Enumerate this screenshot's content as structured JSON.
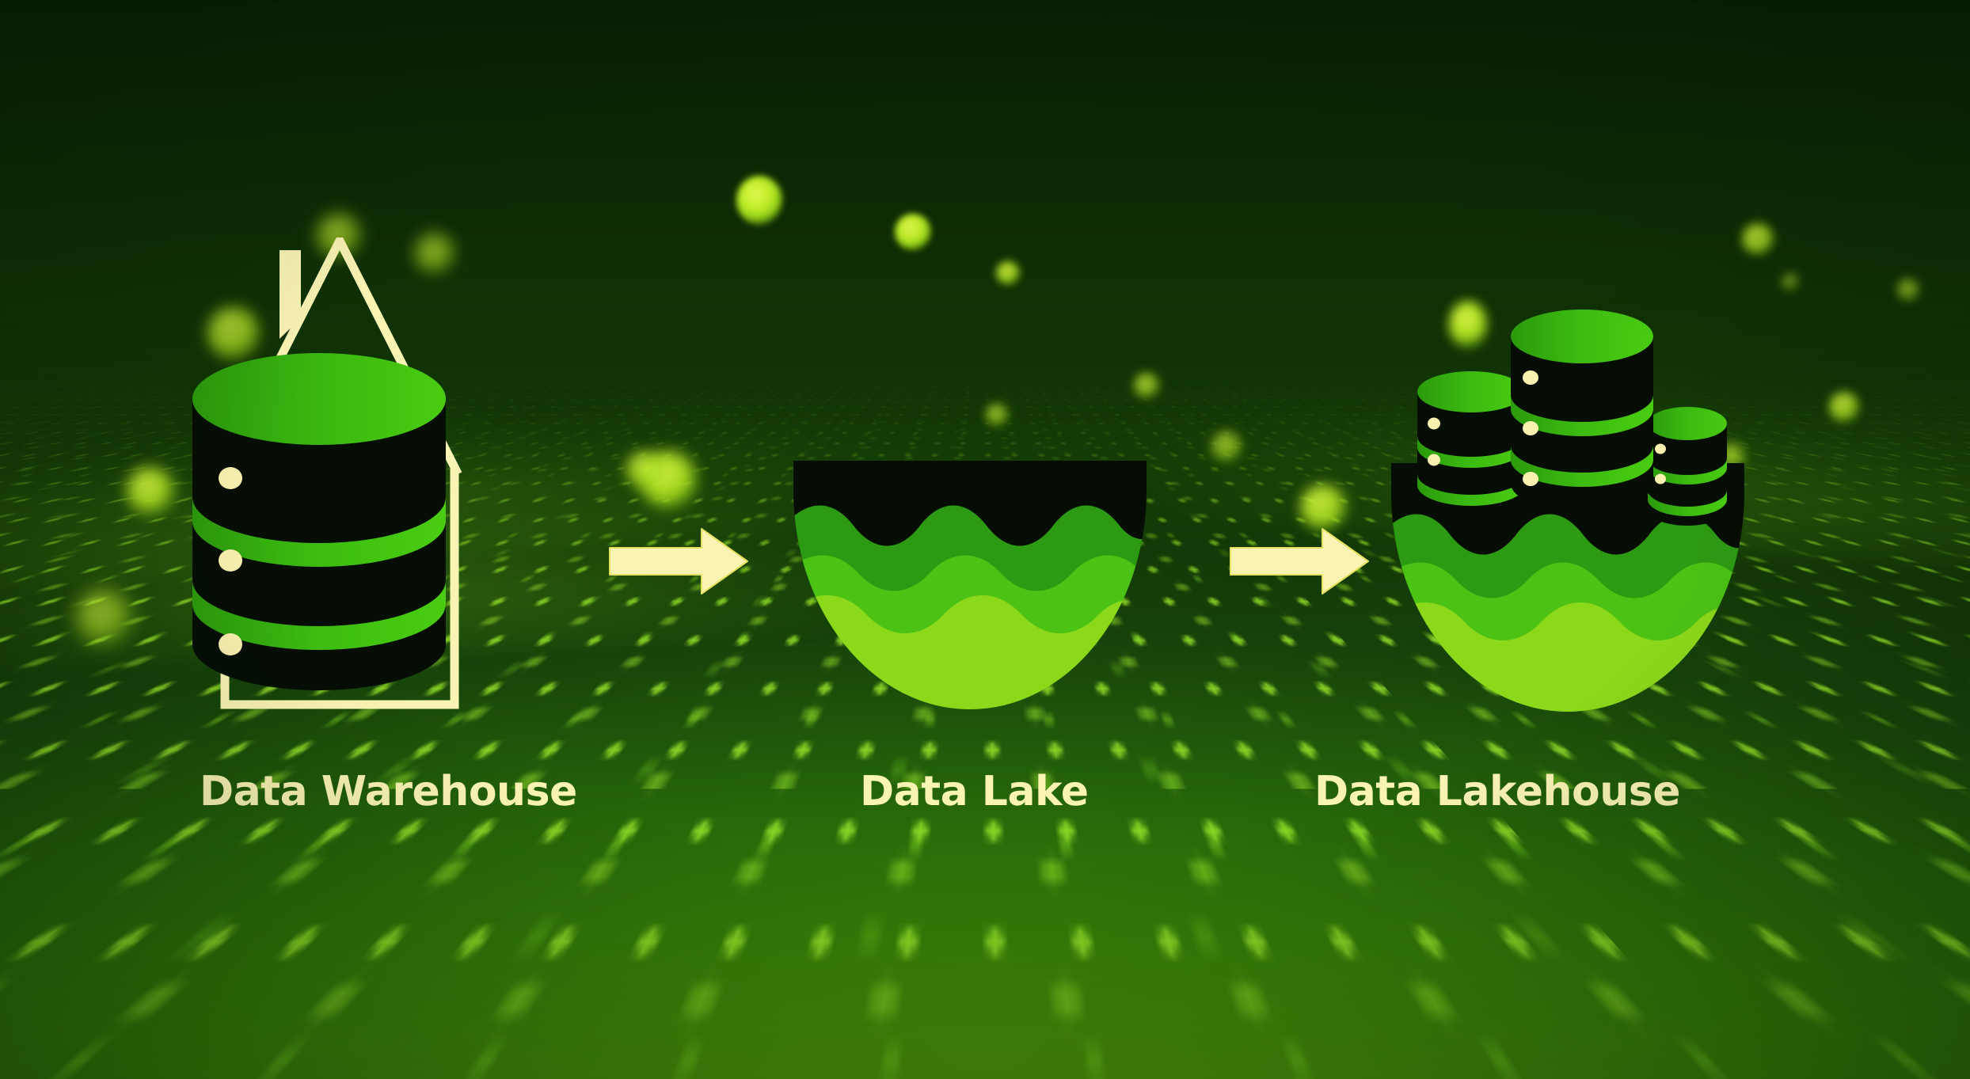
{
  "infographic": {
    "title_sequence": [
      "Data Warehouse",
      "Data Lake",
      "Data Lakehouse"
    ],
    "stages": [
      {
        "id": "data-warehouse",
        "label": "Data Warehouse",
        "icon": "house-with-database-icon",
        "description_visual": "Cream outlined house with chimney enclosing a single black database cylinder with green top and green bands",
        "database_count": 1,
        "indicator_dots": 3
      },
      {
        "id": "data-lake",
        "label": "Data Lake",
        "icon": "lake-bowl-icon",
        "description_visual": "Half-circle bowl filled with four wavy layers: black surface, dark green, medium green, light green",
        "layer_count": 4,
        "database_count": 0
      },
      {
        "id": "data-lakehouse",
        "label": "Data Lakehouse",
        "icon": "lake-bowl-with-databases-icon",
        "description_visual": "Half-circle bowl with four wavy layers, with three black database cylinders of differing heights emerging from the surface",
        "layer_count": 4,
        "database_count": 3
      }
    ],
    "connectors": [
      {
        "id": "arrow-warehouse-to-lake",
        "icon": "right-arrow-icon",
        "from": "Data Warehouse",
        "to": "Data Lake"
      },
      {
        "id": "arrow-lake-to-lakehouse",
        "icon": "right-arrow-icon",
        "from": "Data Lake",
        "to": "Data Lakehouse"
      }
    ],
    "colors": {
      "label_text": "#FAF4B4",
      "accent_cream": "#FAF4B4",
      "background_dark_green": "#0E2F04",
      "background_mid_green": "#2D7810",
      "background_light_green": "#63A80E",
      "cylinder_body_black": "#050D05",
      "cylinder_top_green": "#2FA80E",
      "cylinder_band_green": "#3DBE10",
      "lake_layer_black": "#050D05",
      "lake_layer_dark_green": "#2D9A13",
      "lake_layer_mid_green": "#4CC214",
      "lake_layer_light_green": "#8CD81A",
      "glow_orb_yellow_green": "#C8F52A"
    }
  }
}
